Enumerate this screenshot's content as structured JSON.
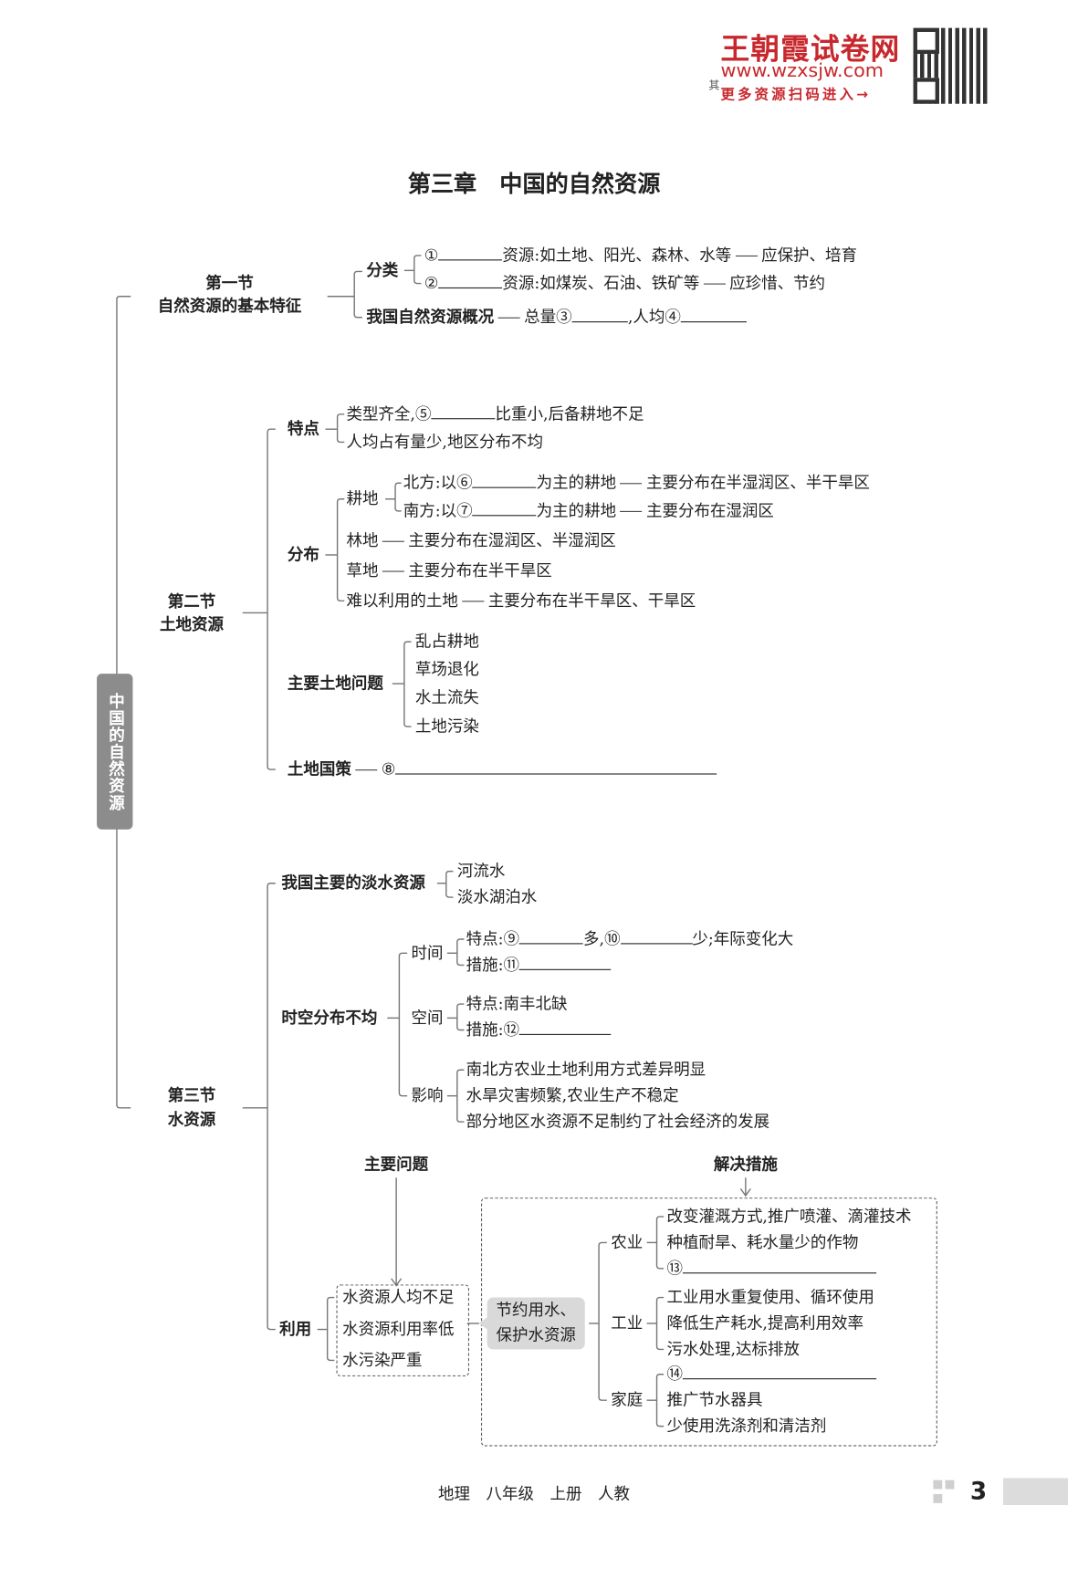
{
  "header": {
    "brand": "王朝霞试卷网",
    "url": "www.wzxsjw.com",
    "cta": "更多资源扫码进入→",
    "side_char": "其"
  },
  "title": "第三章　中国的自然资源",
  "side_label": "中国的自然资源",
  "s1": {
    "title1": "第一节",
    "title2": "自然资源的基本特征",
    "classify": "分类",
    "c1_num": "①",
    "c1_text": "资源:如土地、阳光、森林、水等",
    "c1_tail": "应保护、培育",
    "c2_num": "②",
    "c2_text": "资源:如煤炭、石油、铁矿等",
    "c2_tail": "应珍惜、节约",
    "overview": "我国自然资源概况",
    "ov_total": "总量③",
    "ov_per": ",人均④"
  },
  "s2": {
    "title1": "第二节",
    "title2": "土地资源",
    "feature": "特点",
    "f1a": "类型齐全,⑤",
    "f1b": "比重小,后备耕地不足",
    "f2": "人均占有量少,地区分布不均",
    "dist": "分布",
    "farmland": "耕地",
    "north_a": "北方:以⑥",
    "north_b": "为主的耕地",
    "north_c": "主要分布在半湿润区、半干旱区",
    "south_a": "南方:以⑦",
    "south_b": "为主的耕地",
    "south_c": "主要分布在湿润区",
    "forest": "林地",
    "forest_d": "主要分布在湿润区、半湿润区",
    "grass": "草地",
    "grass_d": "主要分布在半干旱区",
    "hard": "难以利用的土地",
    "hard_d": "主要分布在半干旱区、干旱区",
    "problems": "主要土地问题",
    "p": [
      "乱占耕地",
      "草场退化",
      "水土流失",
      "土地污染"
    ],
    "policy": "土地国策",
    "policy_num": "⑧"
  },
  "s3": {
    "title1": "第三节",
    "title2": "水资源",
    "fresh": "我国主要的淡水资源",
    "fresh_items": [
      "河流水",
      "淡水湖泊水"
    ],
    "uneven": "时空分布不均",
    "time": "时间",
    "t_feat_a": "特点:⑨",
    "t_feat_b": "多,⑩",
    "t_feat_c": "少;年际变化大",
    "t_meas": "措施:⑪",
    "space": "空间",
    "s_feat": "特点:南丰北缺",
    "s_meas": "措施:⑫",
    "impact": "影响",
    "impacts": [
      "南北方农业土地利用方式差异明显",
      "水旱灾害频繁,农业生产不稳定",
      "部分地区水资源不足制约了社会经济的发展"
    ],
    "main_problems": "主要问题",
    "solutions": "解决措施",
    "use": "利用",
    "problems": [
      "水资源人均不足",
      "水资源利用率低",
      "水污染严重"
    ],
    "center1": "节约用水、",
    "center2": "保护水资源",
    "agri": "农业",
    "agri_items": [
      "改变灌溉方式,推广喷灌、滴灌技术",
      "种植耐旱、耗水量少的作物",
      "⑬"
    ],
    "ind": "工业",
    "ind_items": [
      "工业用水重复使用、循环使用",
      "降低生产耗水,提高利用效率",
      "污水处理,达标排放"
    ],
    "home": "家庭",
    "home_items": [
      "⑭",
      "推广节水器具",
      "少使用洗涤剂和清洁剂"
    ]
  },
  "footer": {
    "text": "地理　八年级　上册　人教",
    "page": "3"
  }
}
